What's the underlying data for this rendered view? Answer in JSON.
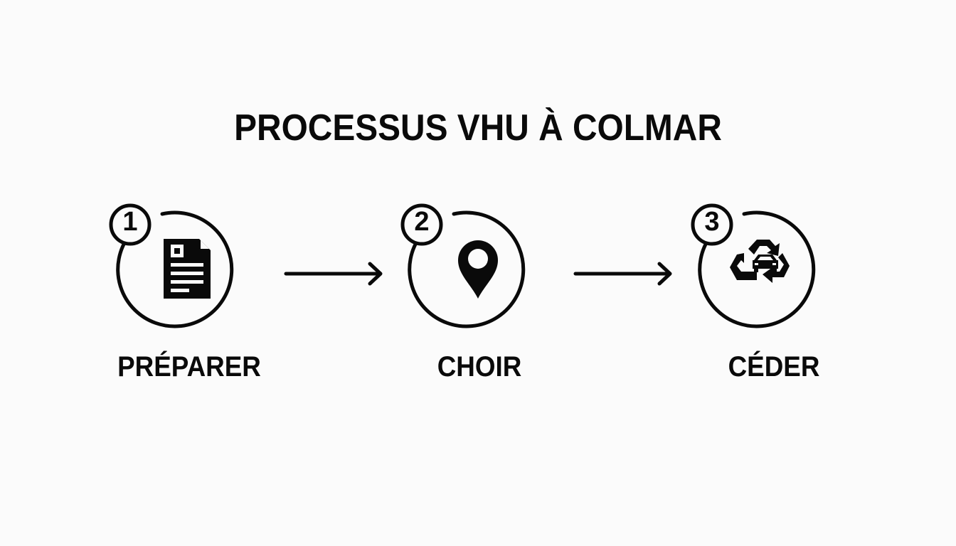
{
  "title": "PROCESSUS VHU À COLMAR",
  "steps": [
    {
      "number": "1",
      "label": "PRÉPARER",
      "icon": "document-icon"
    },
    {
      "number": "2",
      "label": "CHOIR",
      "icon": "map-pin-icon"
    },
    {
      "number": "3",
      "label": "CÉDER",
      "icon": "recycle-car-icon"
    }
  ],
  "colors": {
    "stroke": "#0a0a0a",
    "background": "#fbfbfb"
  }
}
